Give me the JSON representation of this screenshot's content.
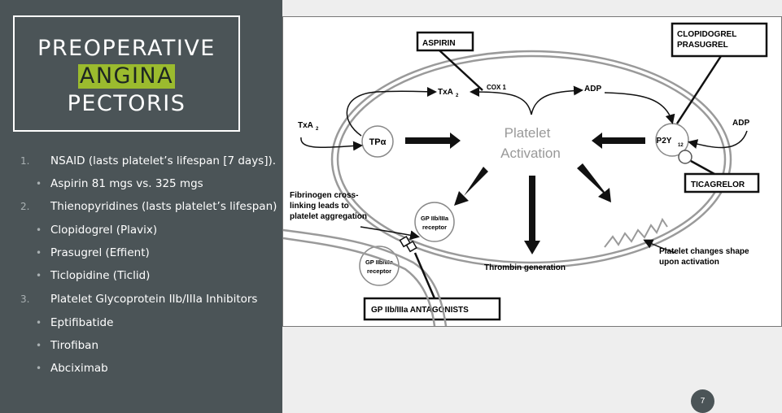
{
  "slide": {
    "title_line1": "PREOPERATIVE",
    "title_line2": "ANGINA",
    "title_line3": "PECTORIS",
    "accent_color": "#9bbb2e",
    "panel_color": "#4b5457",
    "page_number": "7"
  },
  "list": [
    {
      "marker": "1.",
      "text": "NSAID (lasts platelet’s lifespan [7 days])."
    },
    {
      "marker": "•",
      "text": "Aspirin 81 mgs vs. 325 mgs"
    },
    {
      "marker": "2.",
      "text": "Thienopyridines (lasts platelet’s lifespan)"
    },
    {
      "marker": "•",
      "text": "Clopidogrel (Plavix)"
    },
    {
      "marker": "•",
      "text": "Prasugrel (Effient)"
    },
    {
      "marker": "•",
      "text": "Ticlopidine (Ticlid)"
    },
    {
      "marker": "3.",
      "text": "Platelet Glycoprotein IIb/IIIa Inhibitors"
    },
    {
      "marker": "•",
      "text": "Eptifibatide"
    },
    {
      "marker": "•",
      "text": "Tirofiban"
    },
    {
      "marker": "•",
      "text": "Abciximab"
    }
  ],
  "diagram": {
    "aspirin": "ASPIRIN",
    "clopidogrel": "CLOPIDOGREL",
    "prasugrel": "PRASUGREL",
    "ticagrelor": "TICAGRELOR",
    "gp_antagonists": "GP IIb/IIIa ANTAGONISTS",
    "center_line1": "Platelet",
    "center_line2": "Activation",
    "txa2": "TxA",
    "txa2_sub": "2",
    "cox1": "COX 1",
    "adp": "ADP",
    "tpa": "TPα",
    "p2y": "P2Y",
    "p2y_sub": "12",
    "fib_line1": "Fibrinogen cross-",
    "fib_line2": "linking leads to",
    "fib_line3": "platelet aggregation",
    "gp_receptor_line1": "GP IIb/IIIa",
    "gp_receptor_line2": "receptor",
    "thrombin": "Thrombin generation",
    "shape_line1": "Platelet changes shape",
    "shape_line2": "upon activation"
  }
}
